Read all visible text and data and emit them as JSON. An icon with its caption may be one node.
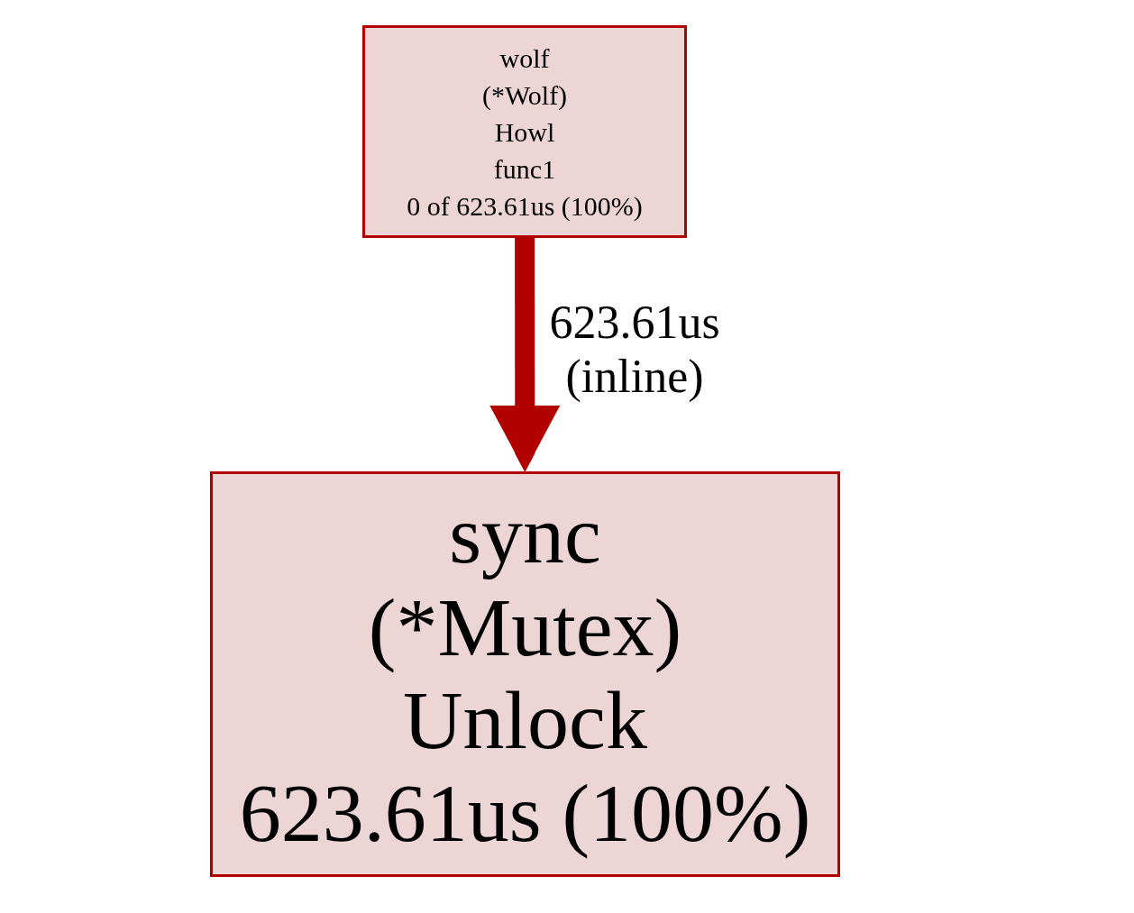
{
  "diagram": {
    "nodes": [
      {
        "text": [
          "wolf",
          "(*Wolf)",
          "Howl",
          "func1",
          "0 of 623.61us (100%)"
        ]
      },
      {
        "text": [
          "sync",
          "(*Mutex)",
          "Unlock",
          "623.61us (100%)"
        ]
      }
    ],
    "edges": [
      {
        "from": 0,
        "to": 1,
        "arrow": "to",
        "label": "623.61us (inline)"
      }
    ]
  }
}
